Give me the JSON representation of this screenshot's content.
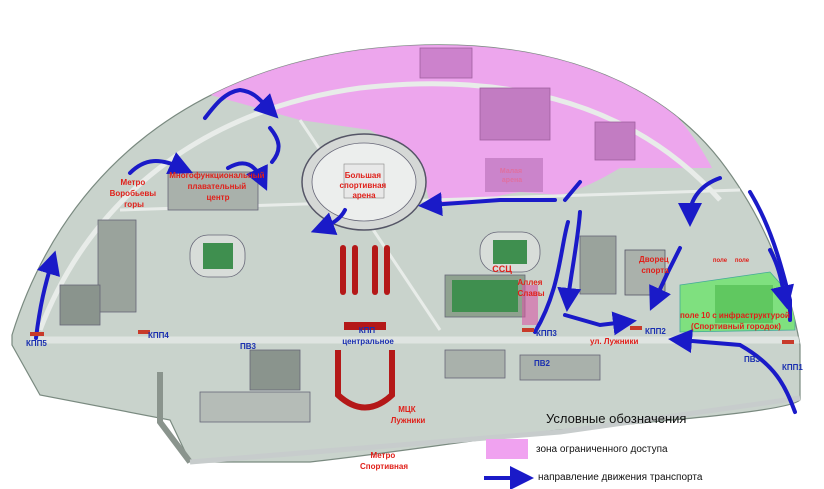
{
  "labels": {
    "big_arena": [
      "Большая",
      "спортивная",
      "арена"
    ],
    "small_arena": [
      "Малая",
      "арена"
    ],
    "metro_vorobyovy": [
      "Метро",
      "Воробьевы",
      "горы"
    ],
    "multifunctional": [
      "Многофункциональный",
      "плавательный",
      "центр"
    ],
    "ssts": "ССЦ",
    "alley": [
      "Аллея",
      "Славы"
    ],
    "palace": [
      "Дворец",
      "спорта"
    ],
    "field10": [
      "поле 10 с инфраструктурой",
      "(Спортивный городок)"
    ],
    "kpp_central": [
      "КПП",
      "центральное"
    ],
    "mtsk": [
      "МЦК",
      "Лужники"
    ],
    "metro_sportivnaya": [
      "Метро",
      "Спортивная"
    ],
    "ul_luzhniki": "ул. Лужники",
    "field_small_1": "поле",
    "field_small_2": "поле"
  },
  "checkpoints": {
    "kpp1": "КПП1",
    "kpp2": "КПП2",
    "kpp3": "КПП3",
    "kpp4": "КПП4",
    "kpp5": "КПП5",
    "pv3_left": "ПВ3",
    "pv3_right": "ПВ3",
    "pv2": "ПВ2"
  },
  "legend": {
    "title": "Условные обозначения",
    "restricted": "зона ограниченного доступа",
    "transport": "направление движения транспорта"
  },
  "colors": {
    "restricted_zone": "#f0a2f0",
    "route_arrow": "#1a1ac8",
    "label_red": "#e0201a",
    "label_blue": "#1a2fb0",
    "green_field": "#7fe07f",
    "ground": "#c9d3cc"
  }
}
